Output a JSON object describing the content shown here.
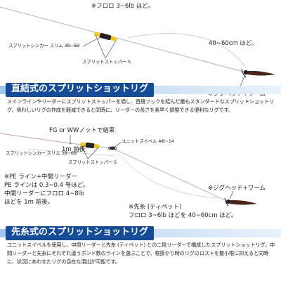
{
  "diagram1": {
    "top_note": "※フロロ 3~6lb ほど。",
    "sinker_label": "スプリットシンカー スリム 3B~6B",
    "stopper_label": "スプリットストッパー S",
    "distance_label": "40~60cm ほど。",
    "jighead_label": "※ジグヘッド+ワーム"
  },
  "section1": {
    "title": "直結式のスプリットショットリグ",
    "description": "メインラインやリーダーにスプリットストッパーを通し、直接フックを結んだ最もスタンダードなスプリットショットリグ。係わしいリグの作成を軽減できると同時に、リーダーの長さを素早く調整できる便利なリグです。"
  },
  "diagram2": {
    "knot_label": "FG or WWノットで結束",
    "length_label": "1m 前後",
    "swivel_label": "ユニットスイベル #8~14",
    "sinker_label": "スプリットシンカー スリム 3B~6B",
    "stopper_label": "スプリットストッパー S",
    "jighead_label": "※ジグヘッド+ワーム",
    "line_note_1": "※PE ライン+中間リーダー",
    "line_note_2": "PE ラインは 0.3~0.4 号ほど。",
    "line_note_3": "中間リーダーにフロロ 4~8lb",
    "line_note_4": "ほどを 1m 前後。",
    "tippet_note_1": "※先糸 (ティペット)",
    "tippet_note_2": "フロロ 3~6lb ほどを 40~60cm ほど。"
  },
  "section2": {
    "title": "先糸式のスプリットショットリグ",
    "description": "ユニットスイベルを使用し、中間リーダーと先糸 (ティペット) との二段リーダーで構成したスプリットショットリグ。中間リーダーと先糸にそれぞれ違うポンド数のラインを選ぶことで、根掛かり時のリグのロストを最小限に抑えると同時に、状況にあわせたリグの自在な演出が可能です。"
  },
  "colors": {
    "banner_bg": "#164b97",
    "sinker": "#e8c82a",
    "worm": "#4a2418",
    "pe_line": "#c8a0b4"
  }
}
